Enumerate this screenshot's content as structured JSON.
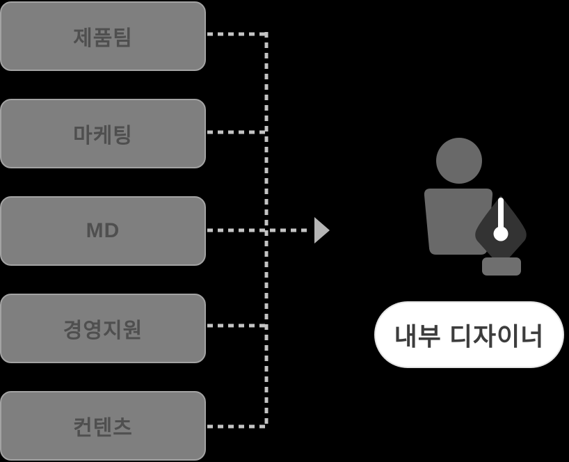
{
  "teams": [
    {
      "label": "제품팀"
    },
    {
      "label": "마케팅"
    },
    {
      "label": "MD"
    },
    {
      "label": "경영지원"
    },
    {
      "label": "컨텐츠"
    }
  ],
  "designer": {
    "label": "내부 디자이너",
    "icon": "person-with-pen-nib-icon"
  },
  "connectors": {
    "style": "dotted",
    "flow": "teams-to-designer",
    "arrow_icon": "right-arrowhead-icon"
  },
  "colors": {
    "background": "#000000",
    "box_fill": "#7f7f7f",
    "box_border": "#a3a3a3",
    "box_text": "#4f4f4f",
    "connector_dots": "#c4c4c4",
    "arrowhead": "#b5b5b5",
    "person_body": "#696969",
    "pen_nib": "#333333",
    "pen_base": "#6f6f6f",
    "pen_slit": "#ffffff",
    "pill_background": "#ffffff",
    "pill_border": "#e4e4e4",
    "pill_text": "#3d3d3d"
  }
}
